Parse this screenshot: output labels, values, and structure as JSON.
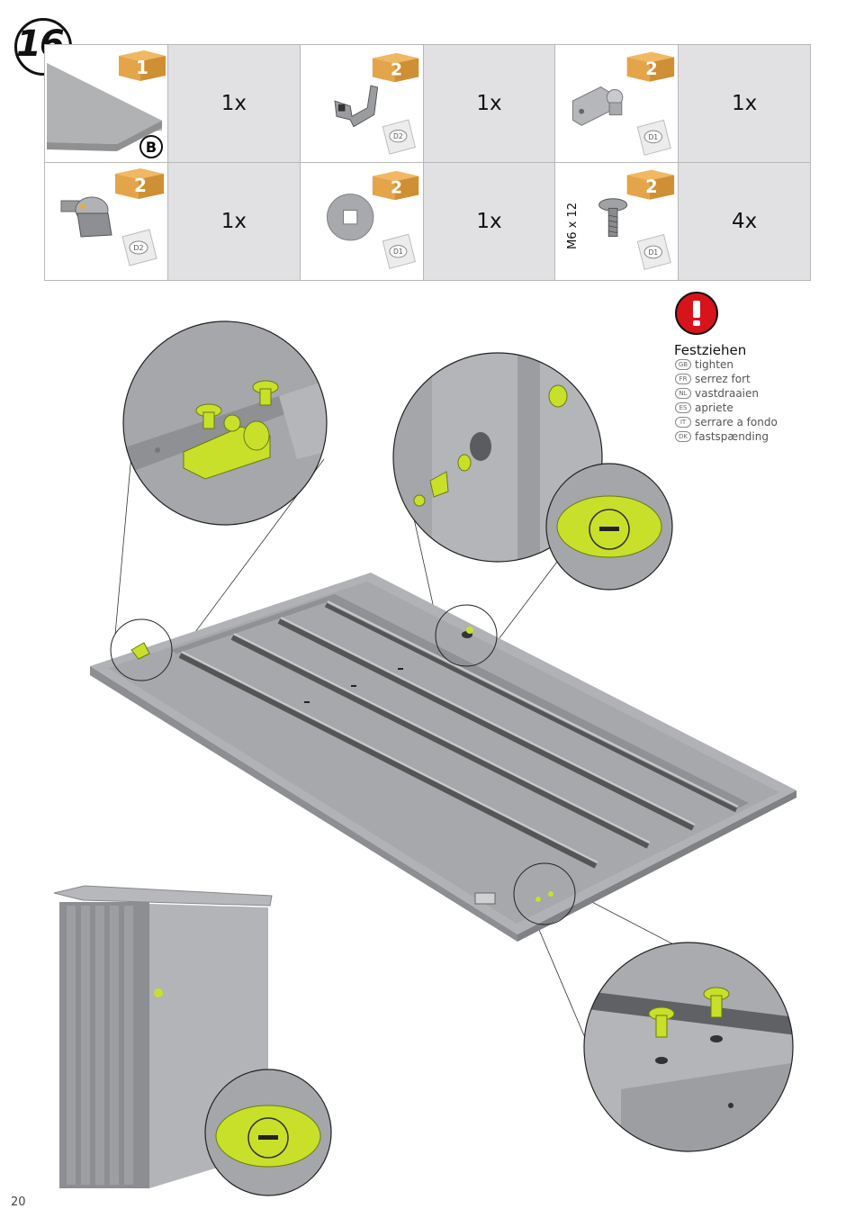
{
  "step": {
    "number": "16."
  },
  "parts": [
    {
      "box": "1",
      "bag": "",
      "label": "B",
      "size": "",
      "qty": "1x",
      "icon": "panel-part-icon"
    },
    {
      "box": "2",
      "bag": "D2",
      "label": "",
      "size": "",
      "qty": "1x",
      "icon": "bracket-part-icon"
    },
    {
      "box": "2",
      "bag": "D1",
      "label": "",
      "size": "",
      "qty": "1x",
      "icon": "hinge-part-icon"
    },
    {
      "box": "2",
      "bag": "D2",
      "label": "",
      "size": "",
      "qty": "1x",
      "icon": "lock-part-icon"
    },
    {
      "box": "2",
      "bag": "D1",
      "label": "",
      "size": "",
      "qty": "1x",
      "icon": "washer-part-icon"
    },
    {
      "box": "2",
      "bag": "D1",
      "label": "",
      "size": "M6 x 12",
      "qty": "4x",
      "icon": "screw-part-icon"
    }
  ],
  "warning": {
    "icon": "exclamation-icon",
    "title": "Festziehen",
    "translations": [
      {
        "code": "GB",
        "text": "tighten"
      },
      {
        "code": "FR",
        "text": "serrez fort"
      },
      {
        "code": "NL",
        "text": "vastdraaien"
      },
      {
        "code": "ES",
        "text": "apriete"
      },
      {
        "code": "IT",
        "text": "serrare a fondo"
      },
      {
        "code": "DK",
        "text": "fastspænding"
      }
    ]
  },
  "colors": {
    "highlight": "#c8e02a",
    "metal": "#a9abae",
    "box": "#e3a44a",
    "warning": "#d7131b"
  },
  "page_number": "20"
}
